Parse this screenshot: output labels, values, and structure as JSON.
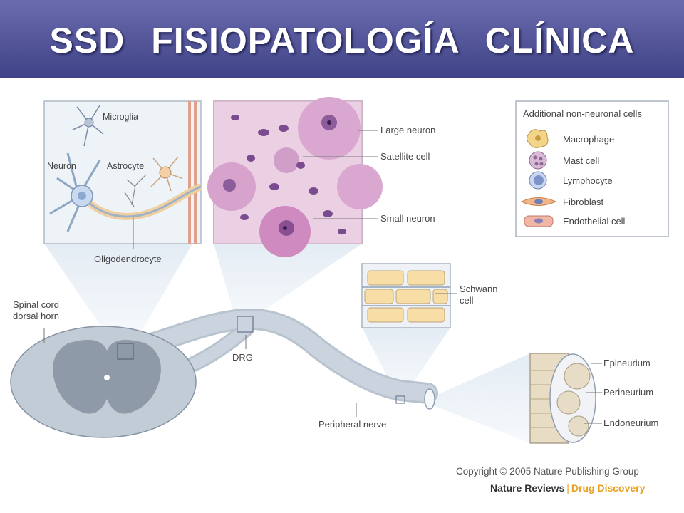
{
  "slide": {
    "title": "SSD   FISIOPATOLOGÍA CLÍNICA"
  },
  "diagram": {
    "panel1_labels": {
      "microglia": "Microglia",
      "neuron": "Neuron",
      "astrocyte": "Astrocyte",
      "oligodendrocyte": "Oligodendrocyte"
    },
    "panel2_labels": {
      "large_neuron": "Large neuron",
      "satellite_cell": "Satellite cell",
      "small_neuron": "Small neuron"
    },
    "legend": {
      "title": "Additional non-neuronal cells",
      "items": [
        "Macrophage",
        "Mast cell",
        "Lymphocyte",
        "Fibroblast",
        "Endothelial cell"
      ]
    },
    "schwann_label_1": "Schwann",
    "schwann_label_2": "cell",
    "spinal_label_1": "Spinal cord",
    "spinal_label_2": "dorsal horn",
    "drg_label": "DRG",
    "peripheral_nerve_label": "Peripheral nerve",
    "nerve_layers": [
      "Epineurium",
      "Perineurium",
      "Endoneurium"
    ]
  },
  "footer": {
    "copyright": "Copyright © 2005 Nature Publishing Group",
    "credit_journal": "Nature Reviews",
    "credit_separator": "|",
    "credit_section": "Drug Discovery"
  },
  "colors": {
    "header_top": "#6a6cae",
    "header_bottom": "#3f4286",
    "accent": "#e8a020"
  }
}
